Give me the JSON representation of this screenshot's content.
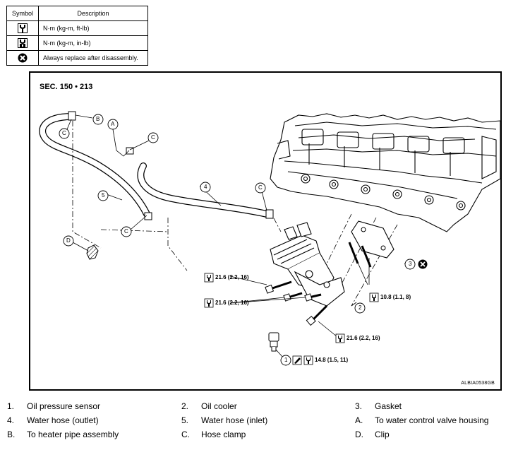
{
  "legend": {
    "header_symbol": "Symbol",
    "header_description": "Description",
    "rows": [
      {
        "icon": "torque-wrench-ft-lb-icon",
        "description": "N·m (kg-m, ft-lb)"
      },
      {
        "icon": "torque-wrench-in-lb-icon",
        "description": "N·m (kg-m, in-lb)"
      },
      {
        "icon": "always-replace-icon",
        "description": "Always replace after disassembly."
      }
    ]
  },
  "figure": {
    "section_label": "SEC. 150 • 213",
    "figure_id": "ALBIA0538GB",
    "callouts": {
      "c1": "1",
      "c2": "2",
      "c3": "3",
      "c4": "4",
      "c5": "5",
      "cA": "A",
      "cB": "B",
      "cC": "C",
      "cD": "D"
    },
    "torque_specs": {
      "t1": "21.6 (2.2, 16)",
      "t2": "21.6 (2.2, 16)",
      "t3": "10.8 (1.1, 8)",
      "t4": "21.6 (2.2, 16)",
      "t5": "14.8 (1.5, 11)"
    }
  },
  "parts": [
    {
      "num": "1.",
      "name": "Oil pressure sensor"
    },
    {
      "num": "2.",
      "name": "Oil cooler"
    },
    {
      "num": "3.",
      "name": "Gasket"
    },
    {
      "num": "4.",
      "name": "Water hose (outlet)"
    },
    {
      "num": "5.",
      "name": "Water hose (inlet)"
    },
    {
      "num": "A.",
      "name": "To water control valve housing"
    },
    {
      "num": "B.",
      "name": "To heater pipe assembly"
    },
    {
      "num": "C.",
      "name": "Hose clamp"
    },
    {
      "num": "D.",
      "name": "Clip"
    }
  ]
}
